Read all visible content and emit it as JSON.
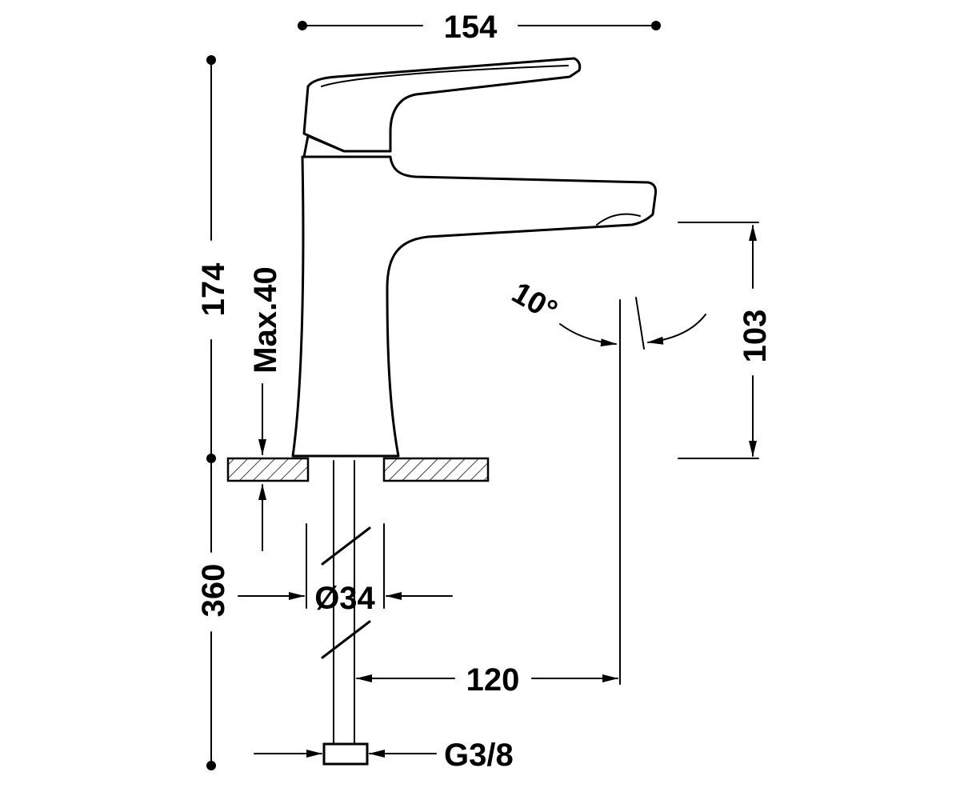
{
  "dimensions": {
    "width_top": "154",
    "height_total": "174",
    "max_deck": "Max.40",
    "spout_height": "103",
    "angle": "10°",
    "hose_length": "360",
    "diameter": "Ø34",
    "reach": "120",
    "connection": "G3/8"
  },
  "colors": {
    "line": "#000000",
    "background": "#ffffff"
  }
}
